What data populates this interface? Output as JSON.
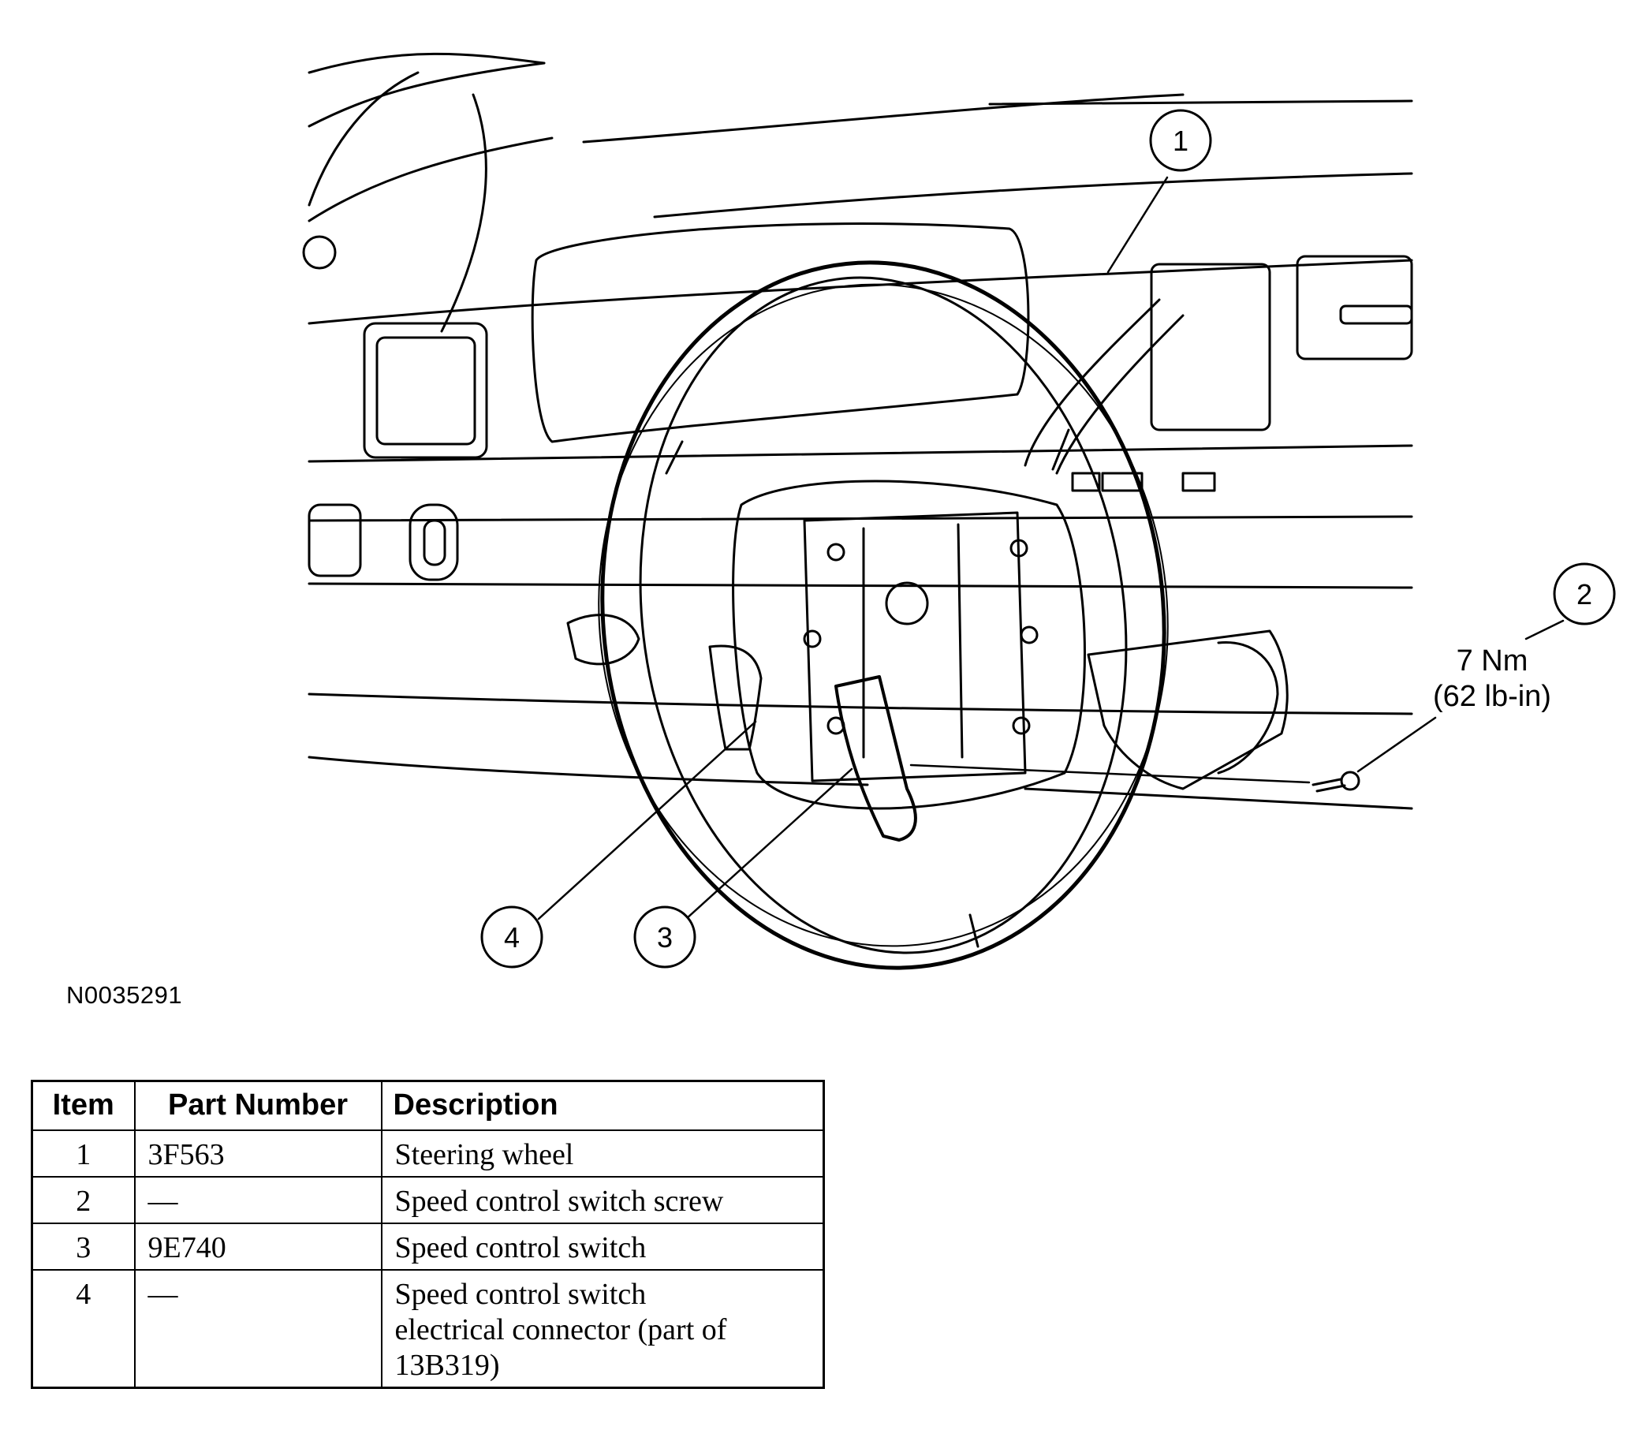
{
  "diagram": {
    "callouts": [
      "1",
      "2",
      "3",
      "4"
    ],
    "torque_spec": {
      "metric": "7 Nm",
      "imperial": "(62 lb-in)"
    }
  },
  "figure_id": "N0035291",
  "table": {
    "headers": {
      "item": "Item",
      "part_number": "Part Number",
      "description": "Description"
    },
    "rows": [
      {
        "item": "1",
        "part_number": "3F563",
        "description": [
          "Steering wheel"
        ]
      },
      {
        "item": "2",
        "part_number": "—",
        "description": [
          "Speed control switch screw"
        ]
      },
      {
        "item": "3",
        "part_number": "9E740",
        "description": [
          "Speed control switch"
        ]
      },
      {
        "item": "4",
        "part_number": "—",
        "description": [
          "Speed control switch",
          "electrical connector (part of",
          "13B319)"
        ]
      }
    ]
  }
}
